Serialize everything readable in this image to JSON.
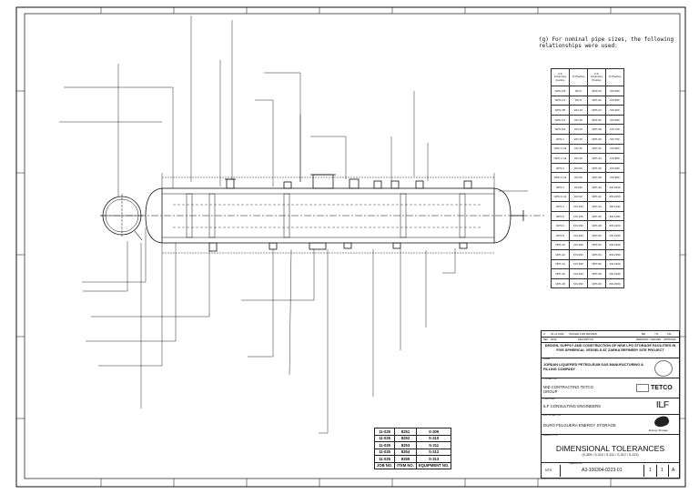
{
  "note": {
    "title": "(g) For nominal pipe sizes, the following relationships were used:"
  },
  "pipe_table": {
    "headers": [
      "U.S. Customary practice",
      "SI Practice",
      "U.S. Customary Practice",
      "SI Practice"
    ],
    "rows": [
      [
        "NPS 1/8",
        "DN 6",
        "NPS 20",
        "DN 500"
      ],
      [
        "NPS 1/4",
        "DN 8",
        "NPS 22",
        "DN 550"
      ],
      [
        "NPS 3/8",
        "DN 10",
        "NPS 24",
        "DN 600"
      ],
      [
        "NPS 1/2",
        "DN 15",
        "NPS 26",
        "DN 650"
      ],
      [
        "NPS 3/4",
        "DN 20",
        "NPS 28",
        "DN 700"
      ],
      [
        "NPS 1",
        "DN 25",
        "NPS 30",
        "DN 750"
      ],
      [
        "NPS 1 1/4",
        "DN 32",
        "NPS 32",
        "DN 800"
      ],
      [
        "NPS 1 1/2",
        "DN 40",
        "NPS 34",
        "DN 850"
      ],
      [
        "NPS 2",
        "DN 50",
        "NPS 36",
        "DN 900"
      ],
      [
        "NPS 2 1/2",
        "DN 65",
        "NPS 38",
        "DN 950"
      ],
      [
        "NPS 3",
        "DN 80",
        "NPS 40",
        "DN 1000"
      ],
      [
        "NPS 3 1/2",
        "DN 90",
        "NPS 42",
        "DN 1050"
      ],
      [
        "NPS 4",
        "DN 100",
        "NPS 44",
        "DN 1100"
      ],
      [
        "NPS 5",
        "DN 125",
        "NPS 46",
        "DN 1150"
      ],
      [
        "NPS 6",
        "DN 150",
        "NPS 48",
        "DN 1200"
      ],
      [
        "NPS 8",
        "DN 200",
        "NPS 50",
        "DN 1250"
      ],
      [
        "NPS 10",
        "DN 250",
        "NPS 52",
        "DN 1300"
      ],
      [
        "NPS 12",
        "DN 300",
        "NPS 54",
        "DN 1350"
      ],
      [
        "NPS 14",
        "DN 350",
        "NPS 56",
        "DN 1400"
      ],
      [
        "NPS 16",
        "DN 400",
        "NPS 58",
        "DN 1450"
      ],
      [
        "NPS 18",
        "DN 450",
        "NPS 60",
        "DN 1500"
      ]
    ]
  },
  "refs": {
    "rows": [
      [
        "11-025",
        "8251",
        "S-309"
      ],
      [
        "11-025",
        "8252",
        "S-310"
      ],
      [
        "11-025",
        "8253",
        "S-311"
      ],
      [
        "11-025",
        "8254",
        "S-312"
      ],
      [
        "11-025",
        "8255",
        "S-313"
      ],
      [
        "JOB NO.",
        "ITEM NO.",
        "EQUIPMENT NO."
      ]
    ]
  },
  "title_block": {
    "rev_row": [
      "A",
      "24.11.2022",
      "ISSUED FOR REVIEW",
      "BE",
      "YN",
      "FM"
    ],
    "rev_header": [
      "REV",
      "DATE",
      "DESCRIPTION",
      "PREPARED",
      "CHECKED",
      "APPROVED"
    ],
    "project": "DESIGN, SUPPLY AND CONSTRUCTION OF NEW LPG STORAGE FACILITIES IN FIVE SPHERICAL VESSELS AT ZARKA REFINERY SITE PROJECT",
    "owner_label": "OWNER",
    "owner": "JORDAN LIQUEFIED PETROLEUM GAS MANUFACTURING & FILLING COMPANY",
    "contractor_label": "CONTRACTOR",
    "contractor": "MID CONTRACTING TETCO GROUP",
    "contractor_logo": "TETCO",
    "consultant_label": "CONSULTANT",
    "consultant": "ILF CONSULTING ENGINEERS",
    "consultant_logo": "ILF",
    "subcontractor_label": "SUBCONTRACTOR",
    "subcontractor": "DURO FELGUERA ENERGY STORAGE",
    "sub_logo": "Energy Storage",
    "drawing_title_label": "DRAWING TITLE",
    "drawing_title": "DIMENSIONAL TOLERANCES",
    "drawing_sub": "(S-309 / S-310 / S-311 / S-312 / S-313)",
    "drawing_no_label": "DRAWING NO.",
    "drawing_no": "A3-106304-0223-01",
    "sheet": "1",
    "of": "1",
    "rev": "A",
    "scale": "NTS"
  },
  "colors": {
    "line": "#1a1a1a",
    "hatch": "#3a3a3a",
    "paper": "#ffffff"
  }
}
